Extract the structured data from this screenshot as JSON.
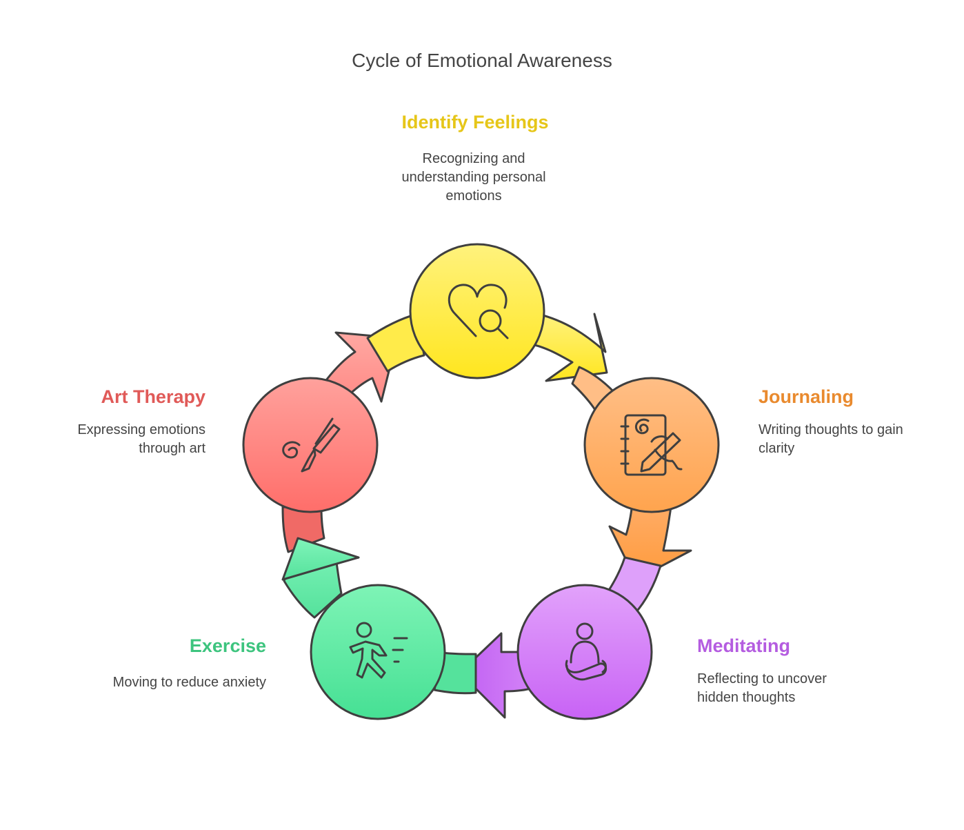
{
  "title": "Cycle of Emotional Awareness",
  "steps": [
    {
      "name": "Identify Feelings",
      "description": "Recognizing and understanding personal emotions",
      "color": "#E6C619",
      "fill_top": "#FFF27D",
      "fill_bottom": "#FFE61F",
      "icon": "heart-search-icon"
    },
    {
      "name": "Journaling",
      "description": "Writing thoughts to gain clarity",
      "color": "#E98A2E",
      "fill_top": "#FFBE86",
      "fill_bottom": "#FFA44E",
      "icon": "journal-pen-icon"
    },
    {
      "name": "Meditating",
      "description": "Reflecting to uncover hidden thoughts",
      "color": "#B45CE0",
      "fill_top": "#E2A2FB",
      "fill_bottom": "#C863F5",
      "icon": "meditation-icon"
    },
    {
      "name": "Exercise",
      "description": "Moving to reduce anxiety",
      "color": "#3DC47E",
      "fill_top": "#7EF4B6",
      "fill_bottom": "#46E094",
      "icon": "running-person-icon"
    },
    {
      "name": "Art Therapy",
      "description": "Expressing emotions through art",
      "color": "#E05A58",
      "fill_top": "#FFA19C",
      "fill_bottom": "#FF6E6A",
      "icon": "paintbrush-icon"
    }
  ]
}
